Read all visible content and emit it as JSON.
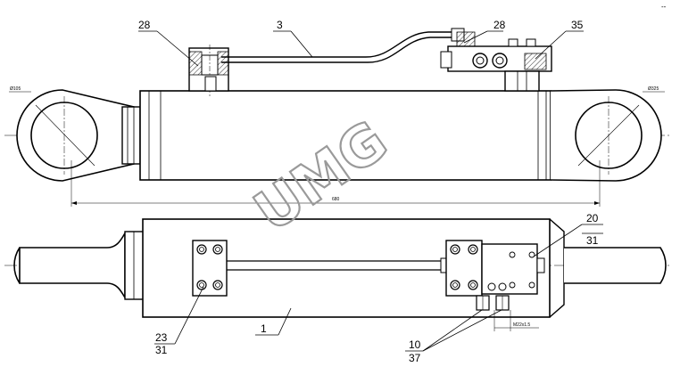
{
  "callouts": {
    "top_left_28": "28",
    "top_3": "3",
    "top_right_28": "28",
    "top_35": "35",
    "bottom_20": "20",
    "bottom_31_right": "31",
    "bottom_23": "23",
    "bottom_31_left": "31",
    "bottom_1": "1",
    "bottom_10": "10",
    "bottom_37": "37"
  },
  "dimensions": {
    "left_eye_diameter": "Ø105",
    "right_eye_diameter": "Ø325",
    "overall_length": "680",
    "port_thread": "M22x1.5"
  },
  "watermark": "UMG",
  "corner_mark": "-- "
}
